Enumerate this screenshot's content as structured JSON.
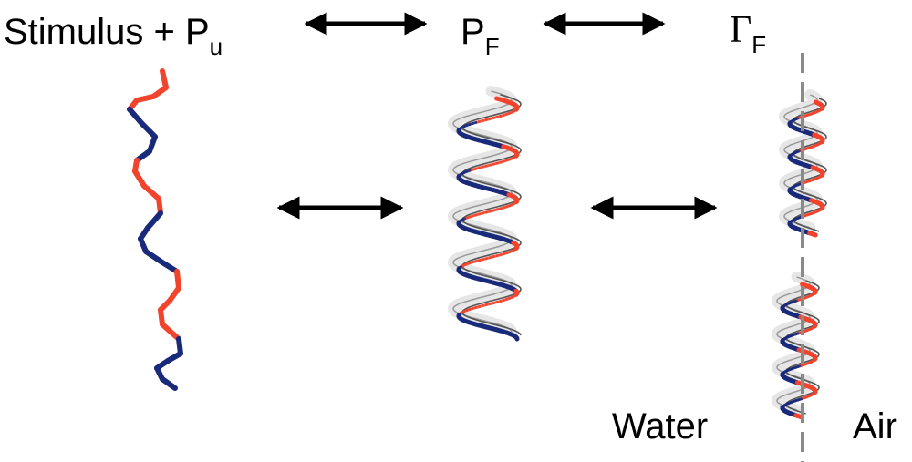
{
  "labels": {
    "stimulus": "Stimulus + P",
    "stimulus_sub": "u",
    "folded": "P",
    "folded_sub": "F",
    "interface_symbol": "Γ",
    "interface_sub": "F",
    "water": "Water",
    "air": "Air"
  },
  "colors": {
    "red": "#f2432d",
    "blue": "#1a2a7a",
    "ribbon": "#9a9a9a",
    "ribbon_fill": "#e6e6e6",
    "dashed_line": "#8a8a8a",
    "arrow": "#000000"
  },
  "icons": {
    "top_arrow_1": "double-arrow-icon",
    "top_arrow_2": "double-arrow-icon",
    "mid_arrow_1": "double-arrow-icon",
    "mid_arrow_2": "double-arrow-icon"
  }
}
